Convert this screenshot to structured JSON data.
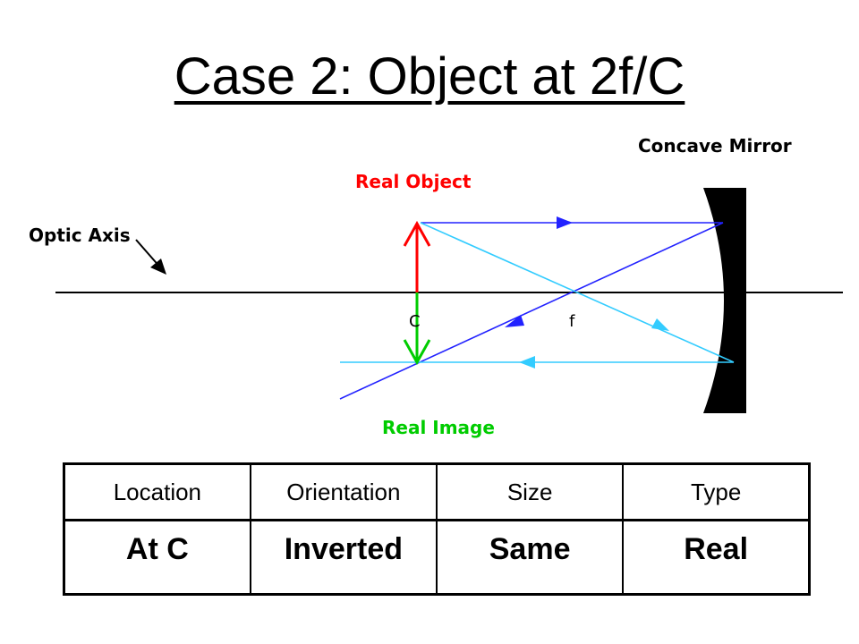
{
  "title": "Case 2: Object at 2f/C",
  "diagram": {
    "labels": {
      "concave_mirror": "Concave Mirror",
      "real_object": "Real Object",
      "optic_axis": "Optic Axis",
      "real_image": "Real Image",
      "center_point": "C",
      "focal_point": "f"
    },
    "colors": {
      "object_arrow": "#ff0000",
      "image_arrow": "#00cc00",
      "incident_ray": "#2222ff",
      "reflected_ray": "#33ccff",
      "mirror": "#000000"
    }
  },
  "table": {
    "headers": [
      "Location",
      "Orientation",
      "Size",
      "Type"
    ],
    "values": [
      "At C",
      "Inverted",
      "Same",
      "Real"
    ]
  }
}
